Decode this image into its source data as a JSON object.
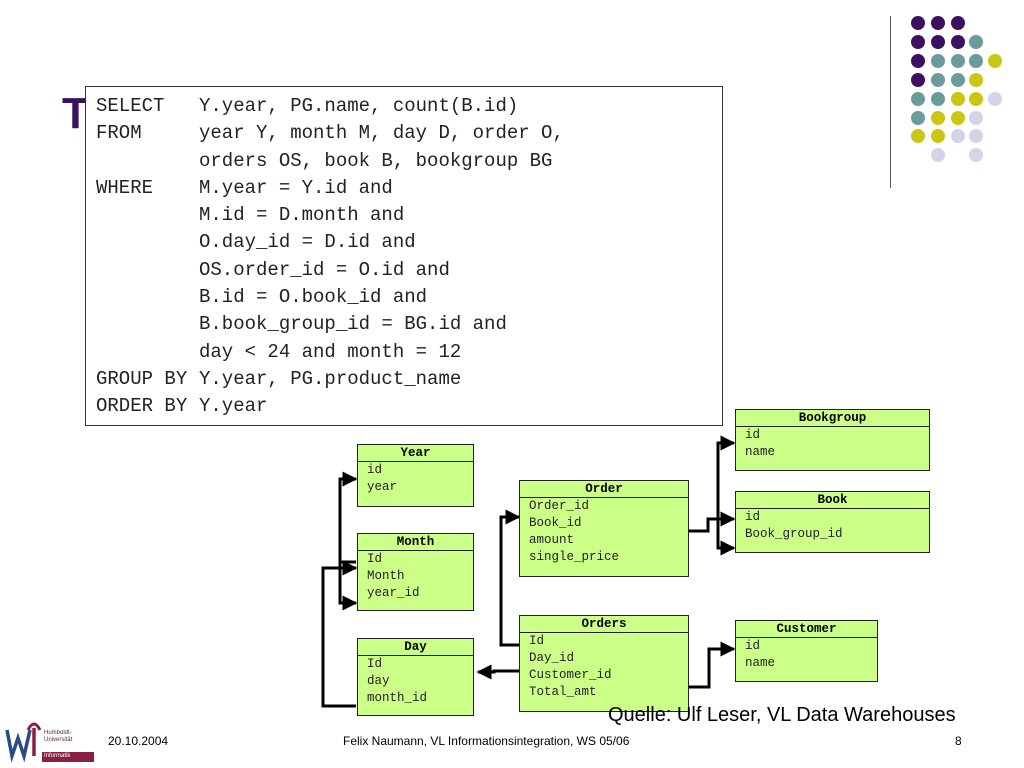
{
  "slide": {
    "title": "T",
    "sql_lines": [
      {
        "kw": "SELECT",
        "text": "Y.year, PG.name, count(B.id)"
      },
      {
        "kw": "FROM",
        "text": "year Y, month M, day D, order O,"
      },
      {
        "kw": "",
        "text": "orders OS, book B, bookgroup BG"
      },
      {
        "kw": "WHERE",
        "text": "M.year = Y.id and"
      },
      {
        "kw": "",
        "text": "M.id = D.month and"
      },
      {
        "kw": "",
        "text": "O.day_id = D.id and"
      },
      {
        "kw": "",
        "text": "OS.order_id = O.id and"
      },
      {
        "kw": "",
        "text": "B.id = O.book_id and"
      },
      {
        "kw": "",
        "text": "B.book_group_id = BG.id and"
      },
      {
        "kw": "",
        "text": "day < 24 and month = 12"
      },
      {
        "kw": "GROUP BY",
        "text": "Y.year, PG.product_name"
      },
      {
        "kw": "ORDER BY",
        "text": "Y.year"
      }
    ],
    "source": "Quelle: Ulf Leser, VL Data Warehouses"
  },
  "entities": {
    "year": {
      "name": "Year",
      "attrs": [
        "id",
        "year"
      ]
    },
    "month": {
      "name": "Month",
      "attrs": [
        "Id",
        "Month",
        "year_id"
      ]
    },
    "day": {
      "name": "Day",
      "attrs": [
        "Id",
        "day",
        "month_id"
      ]
    },
    "order": {
      "name": "Order",
      "attrs": [
        "Order_id",
        "Book_id",
        "amount",
        "single_price"
      ]
    },
    "orders": {
      "name": "Orders",
      "attrs": [
        "Id",
        "Day_id",
        "Customer_id",
        "Total_amt"
      ]
    },
    "bookgroup": {
      "name": "Bookgroup",
      "attrs": [
        "id",
        "name"
      ]
    },
    "book": {
      "name": "Book",
      "attrs": [
        "id",
        "Book_group_id"
      ]
    },
    "customer": {
      "name": "Customer",
      "attrs": [
        "id",
        "name"
      ]
    }
  },
  "footer": {
    "date": "20.10.2004",
    "center": "Felix Naumann, VL Informationsintegration, WS 05/06",
    "page": "8",
    "logo_line1": "Humboldt-",
    "logo_line2": "Universität",
    "logo_line3": "Informatik"
  },
  "colors": {
    "title": "#3b1060",
    "entity_fill": "#ccff88",
    "dot_purple": "#3b1060",
    "dot_teal": "#6a9c9c",
    "dot_yellow": "#c8c814",
    "dot_lavender": "#d4d4e8"
  }
}
